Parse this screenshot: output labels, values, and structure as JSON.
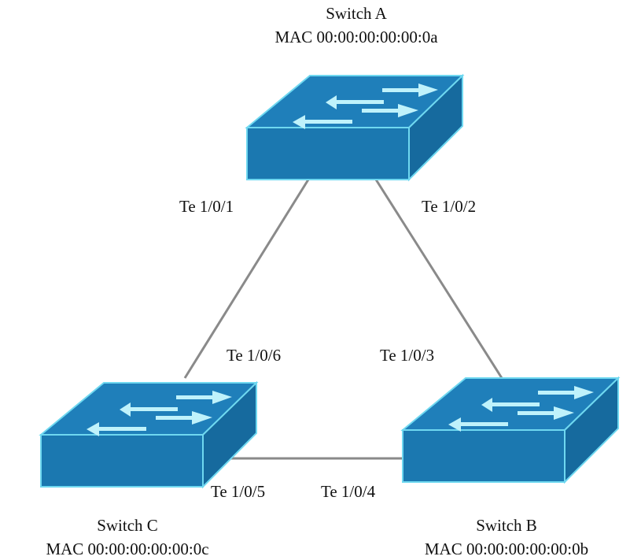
{
  "switches": [
    {
      "id": "a",
      "name": "Switch A",
      "mac": "MAC 00:00:00:00:00:0a"
    },
    {
      "id": "b",
      "name": "Switch B",
      "mac": "MAC 00:00:00:00:00:0b"
    },
    {
      "id": "c",
      "name": "Switch C",
      "mac": "MAC 00:00:00:00:00:0c"
    }
  ],
  "ports": {
    "a_to_c": "Te 1/0/1",
    "a_to_b": "Te 1/0/2",
    "b_to_a": "Te 1/0/3",
    "b_to_c": "Te 1/0/4",
    "c_to_b": "Te 1/0/5",
    "c_to_a": "Te 1/0/6"
  },
  "colors": {
    "switch_front": "#1b78b0",
    "switch_top": "#1f7fba",
    "switch_side": "#166a9e",
    "edge": "#6fd8f0",
    "link": "#8a8a8a"
  }
}
